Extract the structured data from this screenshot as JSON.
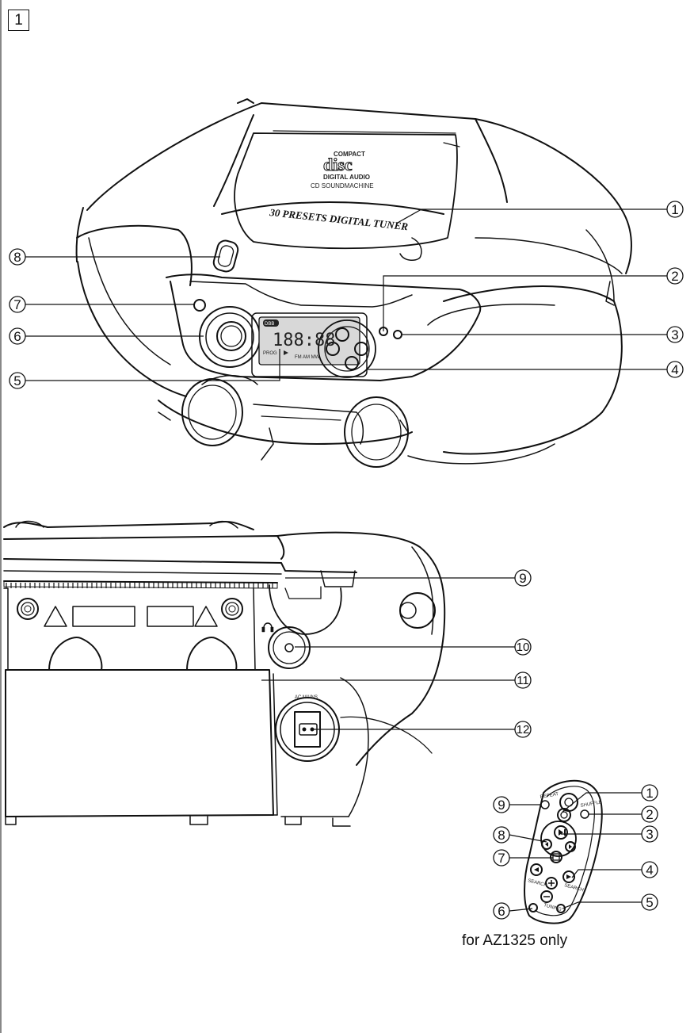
{
  "figure": {
    "label": "1"
  },
  "top_unit": {
    "lid_logo": {
      "line1": "COMPACT",
      "line2": "DIGITAL AUDIO",
      "line3": "CD SOUNDMACHINE"
    },
    "lid_text": "30 PRESETS DIGITAL TUNER",
    "display": {
      "digits": "188:88",
      "badge": "DBB",
      "prog": "PROG",
      "bands": "FM  AM  MW"
    },
    "callouts": [
      "1",
      "2",
      "3",
      "4",
      "5",
      "6",
      "7",
      "8"
    ]
  },
  "back_unit": {
    "socket_label": "AC MAINS",
    "callouts": [
      "9",
      "10",
      "11",
      "12"
    ]
  },
  "remote": {
    "button_labels": {
      "repeat": "REPEAT",
      "shuffle": "SHUFFLE",
      "search_left": "SEARCH",
      "search_right": "SEARCH",
      "tuning": "TUNING"
    },
    "callouts": [
      "1",
      "2",
      "3",
      "4",
      "5",
      "6",
      "7",
      "8",
      "9"
    ]
  },
  "caption": "for AZ1325 only",
  "colors": {
    "line": "#111111",
    "lcd_bg": "#d8d8d8",
    "paper": "#ffffff"
  }
}
